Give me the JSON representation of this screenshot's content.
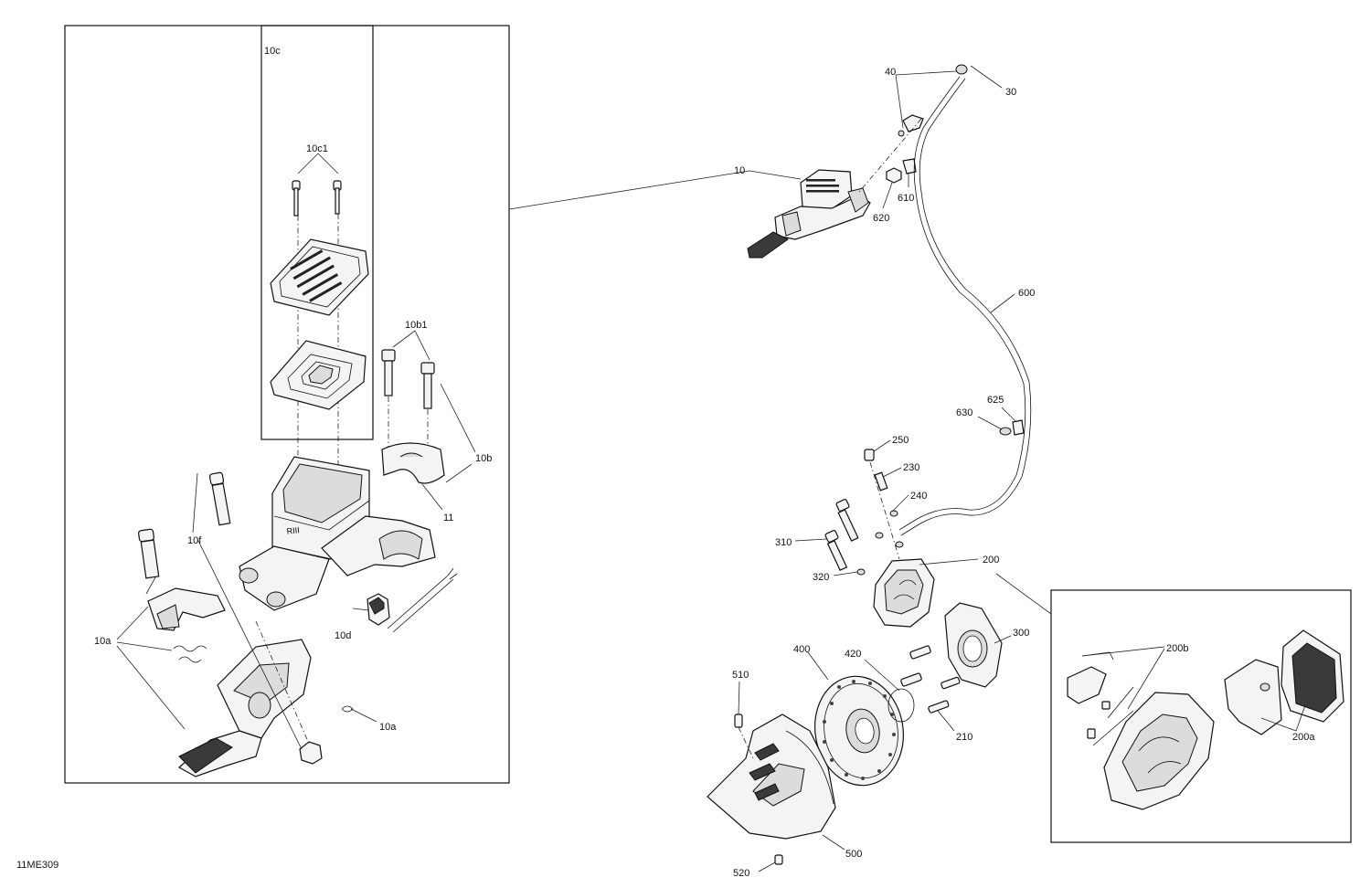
{
  "diagram_id": "11ME309",
  "callouts": {
    "c10": "10",
    "c10a_1": "10a",
    "c10a_2": "10a",
    "c10b": "10b",
    "c10b1": "10b1",
    "c10c": "10c",
    "c10c1": "10c1",
    "c10d": "10d",
    "c10f": "10f",
    "c11": "11",
    "c30": "30",
    "c40": "40",
    "c200": "200",
    "c200a": "200a",
    "c200b": "200b",
    "c210": "210",
    "c230": "230",
    "c240": "240",
    "c250": "250",
    "c300": "300",
    "c310": "310",
    "c320": "320",
    "c400": "400",
    "c420": "420",
    "c500": "500",
    "c510": "510",
    "c520": "520",
    "c600": "600",
    "c610": "610",
    "c620": "620",
    "c625": "625",
    "c630": "630"
  }
}
